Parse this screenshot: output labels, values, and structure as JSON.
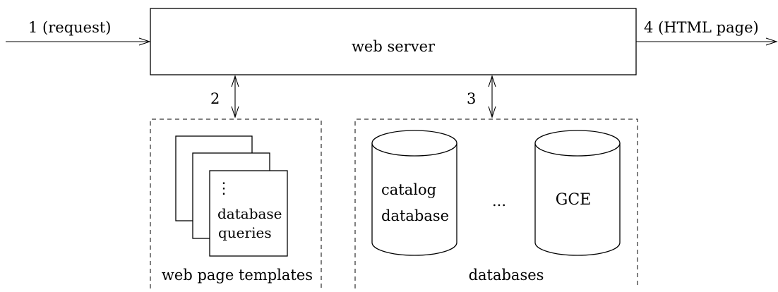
{
  "server": {
    "label": "web server"
  },
  "flows": {
    "request": "1 (request)",
    "templates_link": "2",
    "databases_link": "3",
    "response": "4 (HTML page)"
  },
  "templates": {
    "group_label": "web page templates",
    "page_text_line1": "database",
    "page_text_line2": "queries",
    "ellipsis": "⋮"
  },
  "databases": {
    "group_label": "databases",
    "catalog_line1": "catalog",
    "catalog_line2": "database",
    "gap_dots": "...",
    "gce_label": "GCE"
  }
}
